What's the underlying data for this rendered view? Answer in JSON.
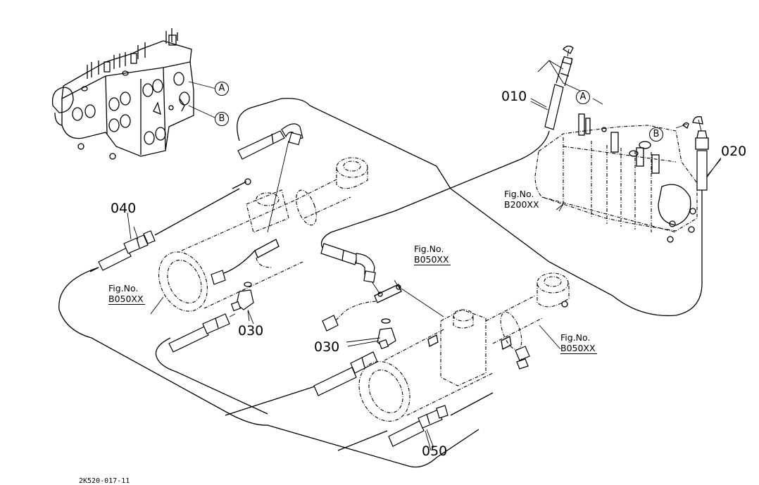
{
  "diagram": {
    "type": "exploded parts diagram",
    "subject": "hydraulic hose assembly – control valve to cylinders",
    "part_labels": [
      {
        "id": "010",
        "text": "010"
      },
      {
        "id": "020",
        "text": "020"
      },
      {
        "id": "030a",
        "text": "030"
      },
      {
        "id": "030b",
        "text": "030"
      },
      {
        "id": "040",
        "text": "040"
      },
      {
        "id": "050",
        "text": "050"
      }
    ],
    "port_markers": [
      {
        "id": "A-inset",
        "text": "A"
      },
      {
        "id": "B-inset",
        "text": "B"
      },
      {
        "id": "A-valve",
        "text": "A"
      },
      {
        "id": "B-valve",
        "text": "B"
      }
    ],
    "figure_references": [
      {
        "id": "control-valve",
        "prefix": "Fig.No.",
        "code": "B200XX"
      },
      {
        "id": "left-cylinder",
        "prefix": "Fig.No.",
        "code": "B050XX"
      },
      {
        "id": "bracket",
        "prefix": "Fig.No.",
        "code": "B050XX"
      },
      {
        "id": "right-cylinder",
        "prefix": "Fig.No.",
        "code": "B050XX"
      }
    ],
    "drawing_code": "2K520-017-11"
  }
}
